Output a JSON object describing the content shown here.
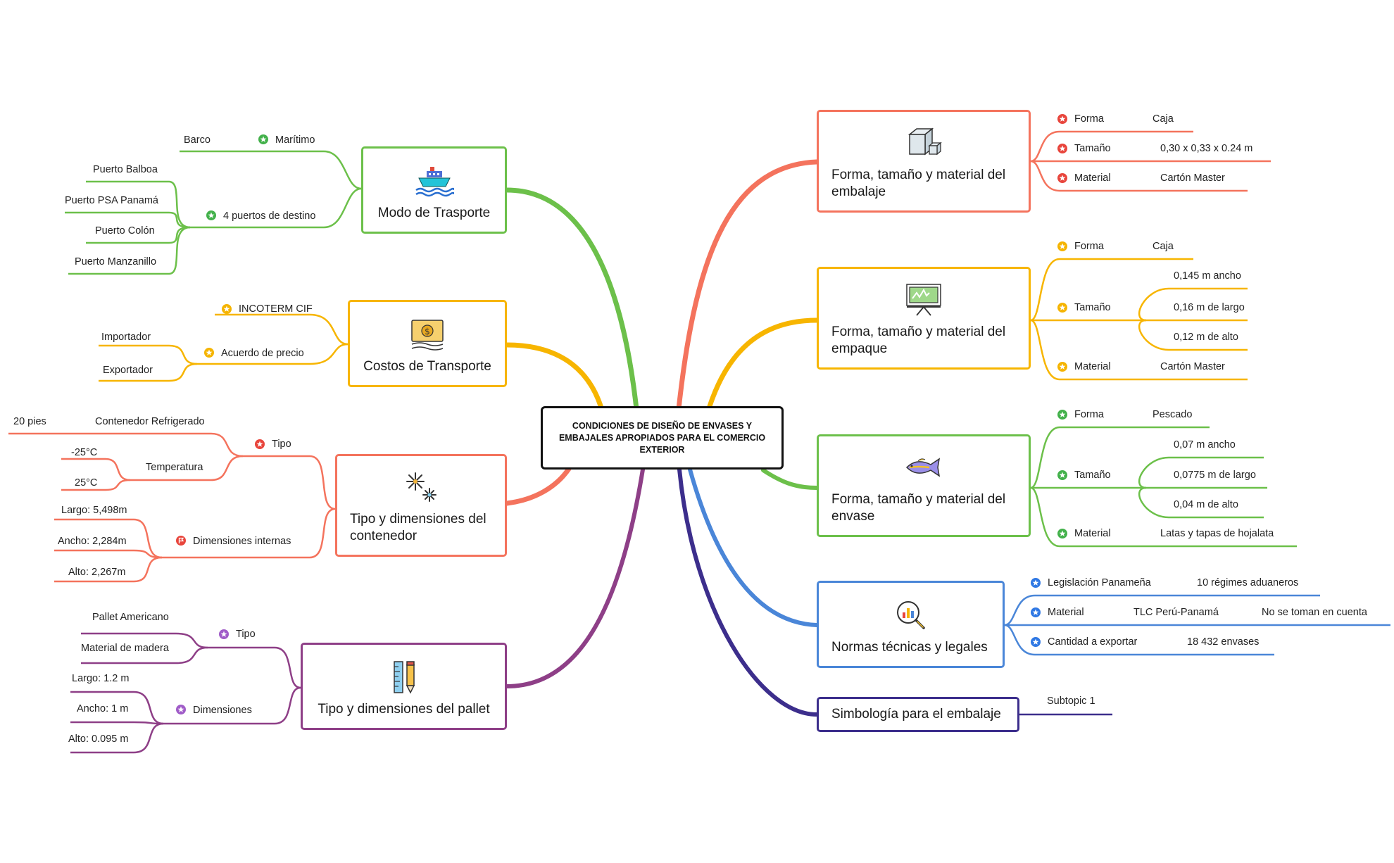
{
  "central_topic": "CONDICIONES DE DISEÑO DE ENVASES Y EMBAJALES APROPIADOS PARA EL COMERCIO EXTERIOR",
  "colors": {
    "green": "#6cc04a",
    "yellow": "#f7b500",
    "red": "#f4735d",
    "purple": "#8e3f87",
    "blue": "#4a86d8",
    "navy": "#3c2e8c",
    "center_border": "#111111",
    "marker_red": "#e8453c",
    "marker_yellow": "#f5b400",
    "marker_green": "#43b14b",
    "marker_blue": "#2f78e4",
    "marker_purple": "#a05cc8"
  },
  "left": {
    "modo": {
      "title": "Modo de Trasporte",
      "icon": "ship-icon",
      "maritimo": {
        "label": "Marítimo",
        "marker": "star-marker",
        "children": [
          "Barco"
        ]
      },
      "puertos": {
        "label": "4 puertos de destino",
        "marker": "star-marker",
        "children": [
          "Puerto Balboa",
          "Puerto PSA Panamá",
          "Puerto Colón",
          "Puerto Manzanillo"
        ]
      }
    },
    "costos": {
      "title": "Costos de Transporte",
      "icon": "money-icon",
      "incoterm": {
        "label": "INCOTERM CIF",
        "marker": "star-marker"
      },
      "acuerdo": {
        "label": "Acuerdo de precio",
        "marker": "star-marker",
        "children": [
          "Importador",
          "Exportador"
        ]
      }
    },
    "contenedor": {
      "title": "Tipo y dimensiones del contenedor",
      "icon": "snowflake-icon",
      "tipo": {
        "label": "Tipo",
        "marker": "star-marker",
        "refrigerado": "Contenedor Refrigerado",
        "pies": "20 pies",
        "temperatura": "Temperatura",
        "temps": [
          "-25°C",
          "25°C"
        ]
      },
      "dimensiones": {
        "label": "Dimensiones internas",
        "marker": "flag-marker",
        "children": [
          "Largo: 5,498m",
          "Ancho: 2,284m",
          "Alto: 2,267m"
        ]
      }
    },
    "pallet": {
      "title": "Tipo y dimensiones del pallet",
      "icon": "ruler-pencil-icon",
      "tipo": {
        "label": "Tipo",
        "marker": "star-marker",
        "children": [
          "Pallet Americano",
          "Material de madera"
        ]
      },
      "dimensiones": {
        "label": "Dimensiones",
        "marker": "star-marker",
        "children": [
          "Largo: 1.2 m",
          "Ancho: 1 m",
          "Alto: 0.095 m"
        ]
      }
    }
  },
  "right": {
    "embalaje": {
      "title": "Forma, tamaño y material del embalaje",
      "icon": "boxes-icon",
      "rows": [
        {
          "label": "Forma",
          "value": "Caja",
          "marker": "star-marker"
        },
        {
          "label": "Tamaño",
          "value": "0,30 x 0,33 x 0.24 m",
          "marker": "star-marker"
        },
        {
          "label": "Material",
          "value": "Cartón Master",
          "marker": "star-marker"
        }
      ]
    },
    "empaque": {
      "title": "Forma, tamaño y material del empaque",
      "icon": "presentation-board-icon",
      "forma": {
        "label": "Forma",
        "value": "Caja"
      },
      "tamano": {
        "label": "Tamaño",
        "values": [
          "0,145 m ancho",
          "0,16 m de largo",
          "0,12 m de alto"
        ]
      },
      "material": {
        "label": "Material",
        "value": "Cartón Master"
      }
    },
    "envase": {
      "title": "Forma, tamaño y material del envase",
      "icon": "fish-icon",
      "forma": {
        "label": "Forma",
        "value": "Pescado"
      },
      "tamano": {
        "label": "Tamaño",
        "values": [
          "0,07 m ancho",
          "0,0775 m de largo",
          "0,04 m de alto"
        ]
      },
      "material": {
        "label": "Material",
        "value": "Latas y tapas de hojalata"
      }
    },
    "normas": {
      "title": "Normas técnicas y legales",
      "icon": "magnifier-chart-icon",
      "legislacion": {
        "label": "Legislación Panameña",
        "value": "10 régimes aduaneros"
      },
      "material": {
        "label": "Material",
        "value": "TLC Perú-Panamá",
        "extra": "No se toman en cuenta"
      },
      "cantidad": {
        "label": "Cantidad a exportar",
        "value": "18 432 envases"
      }
    },
    "simbologia": {
      "title": "Simbología para el embalaje",
      "subtopic": "Subtopic 1"
    }
  }
}
